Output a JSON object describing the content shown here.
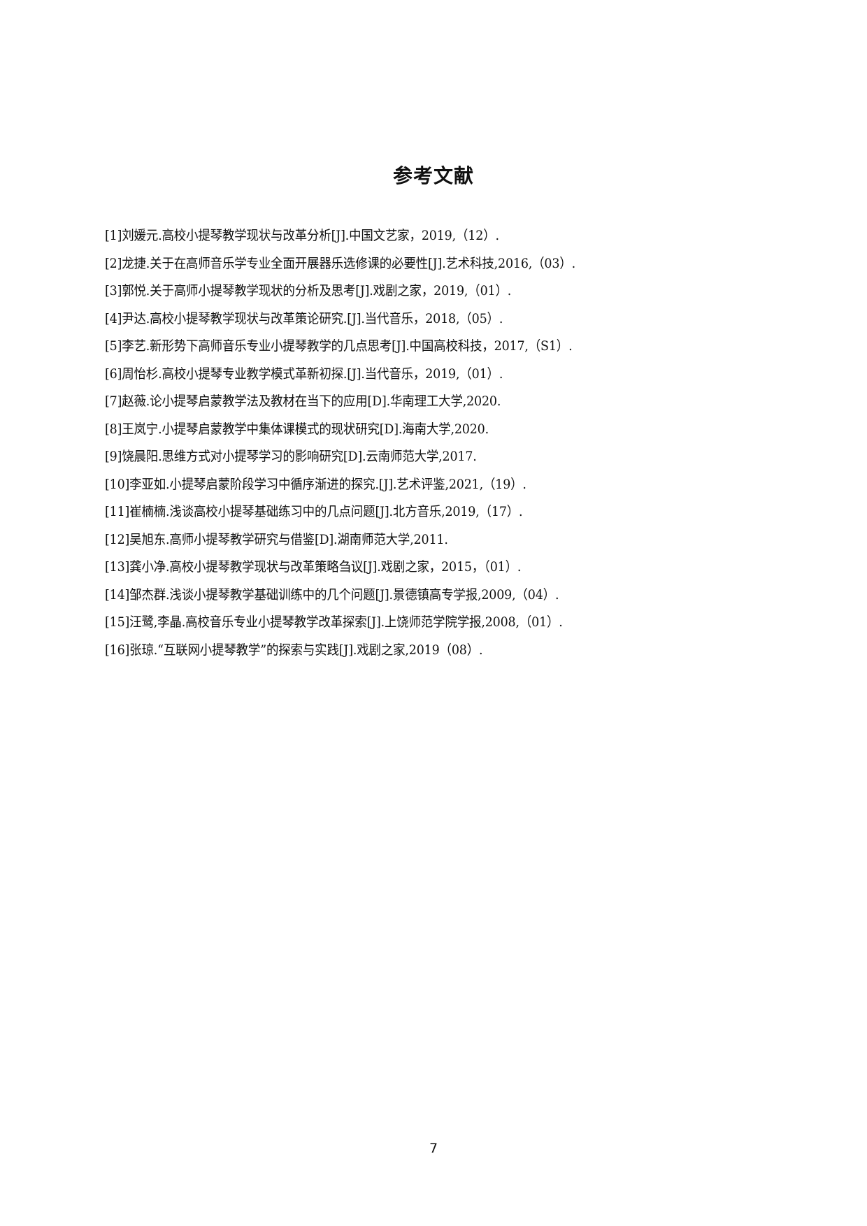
{
  "page": {
    "title": "参考文献",
    "page_number": "7"
  },
  "references": [
    {
      "text": "[1]刘媛元.高校小提琴教学现状与改革分析[J].中国文艺家，2019,（12）."
    },
    {
      "text": "[2]龙捷.关于在高师音乐学专业全面开展器乐选修课的必要性[J].艺术科技,2016,（03）."
    },
    {
      "text": "[3]郭悦.关于高师小提琴教学现状的分析及思考[J].戏剧之家，2019,（01）."
    },
    {
      "text": "[4]尹达.高校小提琴教学现状与改革策论研究.[J].当代音乐，2018,（05）."
    },
    {
      "text": "[5]李艺.新形势下高师音乐专业小提琴教学的几点思考[J].中国高校科技，2017,（S1）."
    },
    {
      "text": "[6]周怡杉.高校小提琴专业教学模式革新初探.[J].当代音乐，2019,（01）."
    },
    {
      "text": "[7]赵薇.论小提琴启蒙教学法及教材在当下的应用[D].华南理工大学,2020."
    },
    {
      "text": "[8]王岚宁.小提琴启蒙教学中集体课模式的现状研究[D].海南大学,2020."
    },
    {
      "text": "[9]饶晨阳.思维方式对小提琴学习的影响研究[D].云南师范大学,2017."
    },
    {
      "text": "[10]李亚如.小提琴启蒙阶段学习中循序渐进的探究.[J].艺术评鉴,2021,（19）."
    },
    {
      "text": "[11]崔楠楠.浅谈高校小提琴基础练习中的几点问题[J].北方音乐,2019,（17）."
    },
    {
      "text": "[12]吴旭东.高师小提琴教学研究与借鉴[D].湖南师范大学,2011."
    },
    {
      "text": "[13]龚小净.高校小提琴教学现状与改革策略刍议[J].戏剧之家，2015，（01）."
    },
    {
      "text": "[14]邹杰群.浅谈小提琴教学基础训练中的几个问题[J].景德镇高专学报,2009,（04）."
    },
    {
      "text": "[15]汪鹭,李晶.高校音乐专业小提琴教学改革探索[J].上饶师范学院学报,2008,（01）."
    },
    {
      "text": "[16]张琼.“互联网小提琴教学”的探索与实践[J].戏剧之家,2019（08）."
    }
  ]
}
